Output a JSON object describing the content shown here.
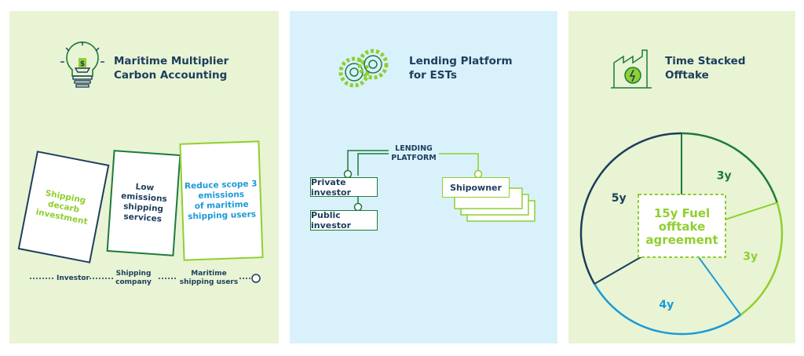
{
  "panel1": {
    "title": "Maritime Multiplier\nCarbon Accounting",
    "cards": [
      "Shipping\ndecarb\ninvestment",
      "Low emissions\nshipping\nservices",
      "Reduce scope 3\nemissions\nof maritime\nshipping users"
    ],
    "chain": [
      "Investor",
      "Shipping\ncompany",
      "Maritime\nshipping users"
    ]
  },
  "panel2": {
    "title": "Lending Platform\nfor ESTs",
    "platform_label": "LENDING\nPLATFORM",
    "private_investor": "Private investor",
    "public_investor": "Public investor",
    "shipowner": "Shipowner"
  },
  "panel3": {
    "title": "Time Stacked\nOfftake",
    "center_label": "15y Fuel\nofftake\nagreement",
    "chart_data": {
      "type": "pie",
      "total_years": 15,
      "slices": [
        {
          "label": "3y",
          "value": 3
        },
        {
          "label": "3y",
          "value": 3
        },
        {
          "label": "4y",
          "value": 4
        },
        {
          "label": "5y",
          "value": 5
        }
      ]
    }
  },
  "colors": {
    "navy": "#1d3d5c",
    "dark_green": "#1e7a3c",
    "lime": "#8fcf2f",
    "blue": "#1a9ad6",
    "panel_green": "#e8f4d4",
    "panel_blue": "#d9f1fb"
  }
}
